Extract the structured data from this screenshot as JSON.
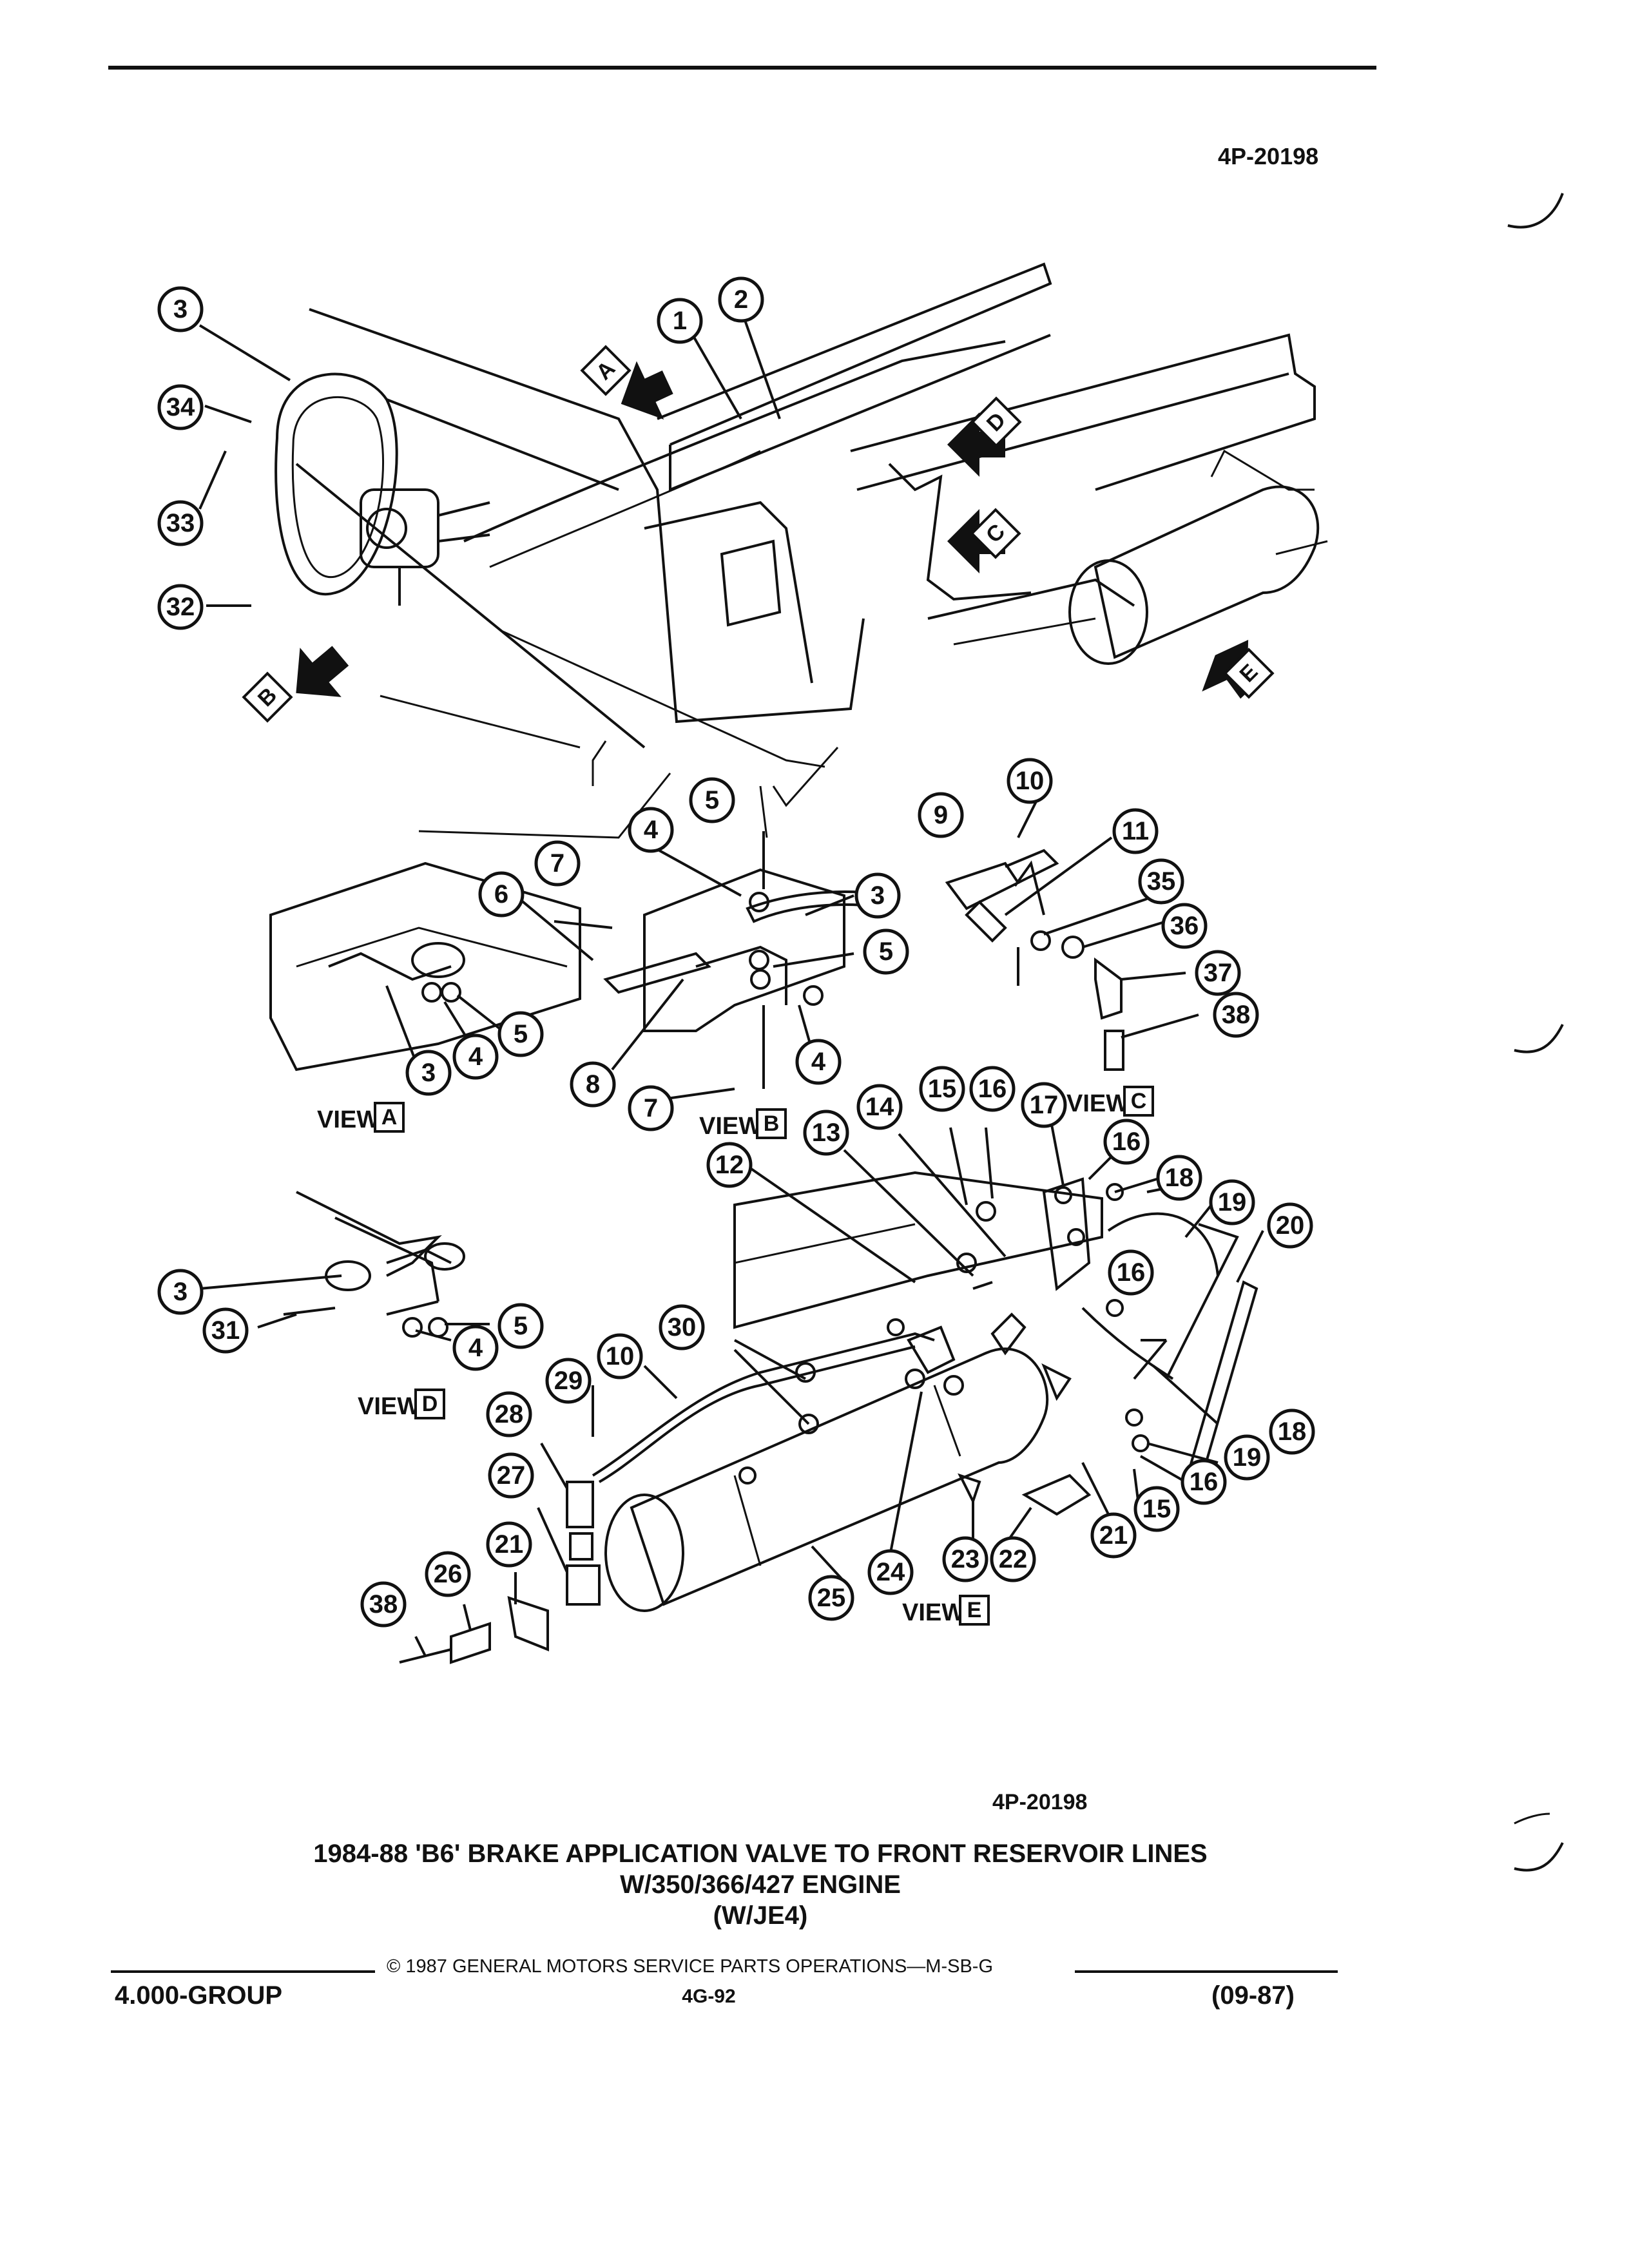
{
  "header": {
    "figure_id_top": "4P-20198"
  },
  "figure": {
    "figure_id_bottom": "4P-20198",
    "title_line1": "1984-88 'B6' BRAKE APPLICATION VALVE TO FRONT RESERVOIR LINES",
    "title_line2": "W/350/366/427 ENGINE",
    "title_line3": "(W/JE4)"
  },
  "views": {
    "A": {
      "word": "VIEW",
      "letter": "A"
    },
    "B": {
      "word": "VIEW",
      "letter": "B"
    },
    "C": {
      "word": "VIEW",
      "letter": "C"
    },
    "D": {
      "word": "VIEW",
      "letter": "D"
    },
    "E": {
      "word": "VIEW",
      "letter": "E"
    }
  },
  "callouts": {
    "main": [
      "1",
      "2",
      "3",
      "34",
      "33",
      "32"
    ],
    "view_a": [
      "3",
      "4",
      "5"
    ],
    "view_b": [
      "7",
      "6",
      "4",
      "5",
      "3",
      "5",
      "8",
      "7",
      "4"
    ],
    "view_c": [
      "9",
      "10",
      "11",
      "35",
      "36",
      "37",
      "38"
    ],
    "view_d": [
      "3",
      "31",
      "4",
      "5"
    ],
    "view_e": [
      "12",
      "13",
      "14",
      "15",
      "16",
      "17",
      "16",
      "18",
      "19",
      "20",
      "30",
      "10",
      "29",
      "28",
      "16",
      "18",
      "19",
      "16",
      "15",
      "27",
      "21",
      "26",
      "38",
      "24",
      "25",
      "23",
      "22",
      "21"
    ]
  },
  "footer": {
    "copyright": "© 1987 GENERAL MOTORS SERVICE PARTS OPERATIONS—M-SB-G",
    "group": "4.000-GROUP",
    "page": "4G-92",
    "date": "(09-87)"
  }
}
